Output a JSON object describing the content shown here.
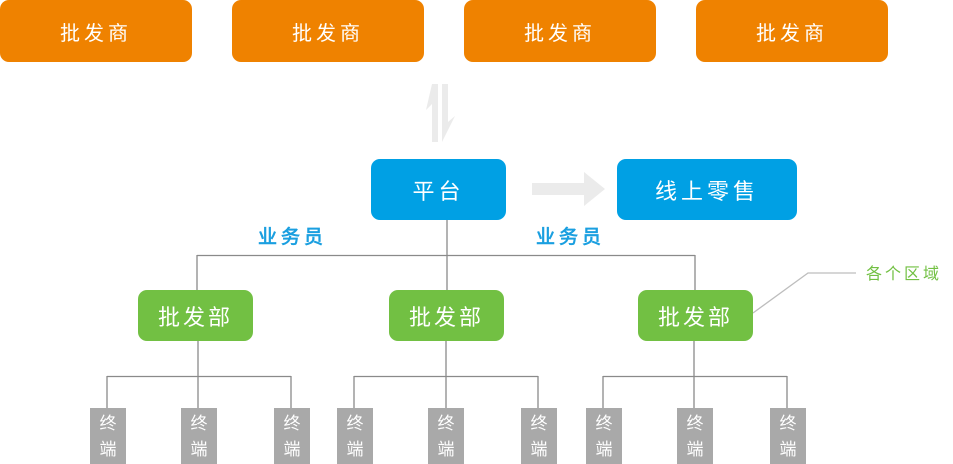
{
  "wholesalers": [
    "批发商",
    "批发商",
    "批发商",
    "批发商"
  ],
  "platform": {
    "label": "平台"
  },
  "online_retail": {
    "label": "线上零售"
  },
  "salesperson_labels": [
    "业务员",
    "业务员"
  ],
  "region_annotation": "各个区域",
  "wholesale_departments": [
    {
      "label": "批发部",
      "terminals": [
        "终端",
        "终端",
        "终端"
      ]
    },
    {
      "label": "批发部",
      "terminals": [
        "终端",
        "终端",
        "终端"
      ]
    },
    {
      "label": "批发部",
      "terminals": [
        "终端",
        "终端",
        "终端"
      ]
    }
  ],
  "colors": {
    "wholesaler": "#ef8200",
    "platform": "#00a0e4",
    "department": "#72c043",
    "terminal": "#a9a9a9",
    "arrow": "#ebebeb",
    "connector": "#8a8a8a"
  }
}
